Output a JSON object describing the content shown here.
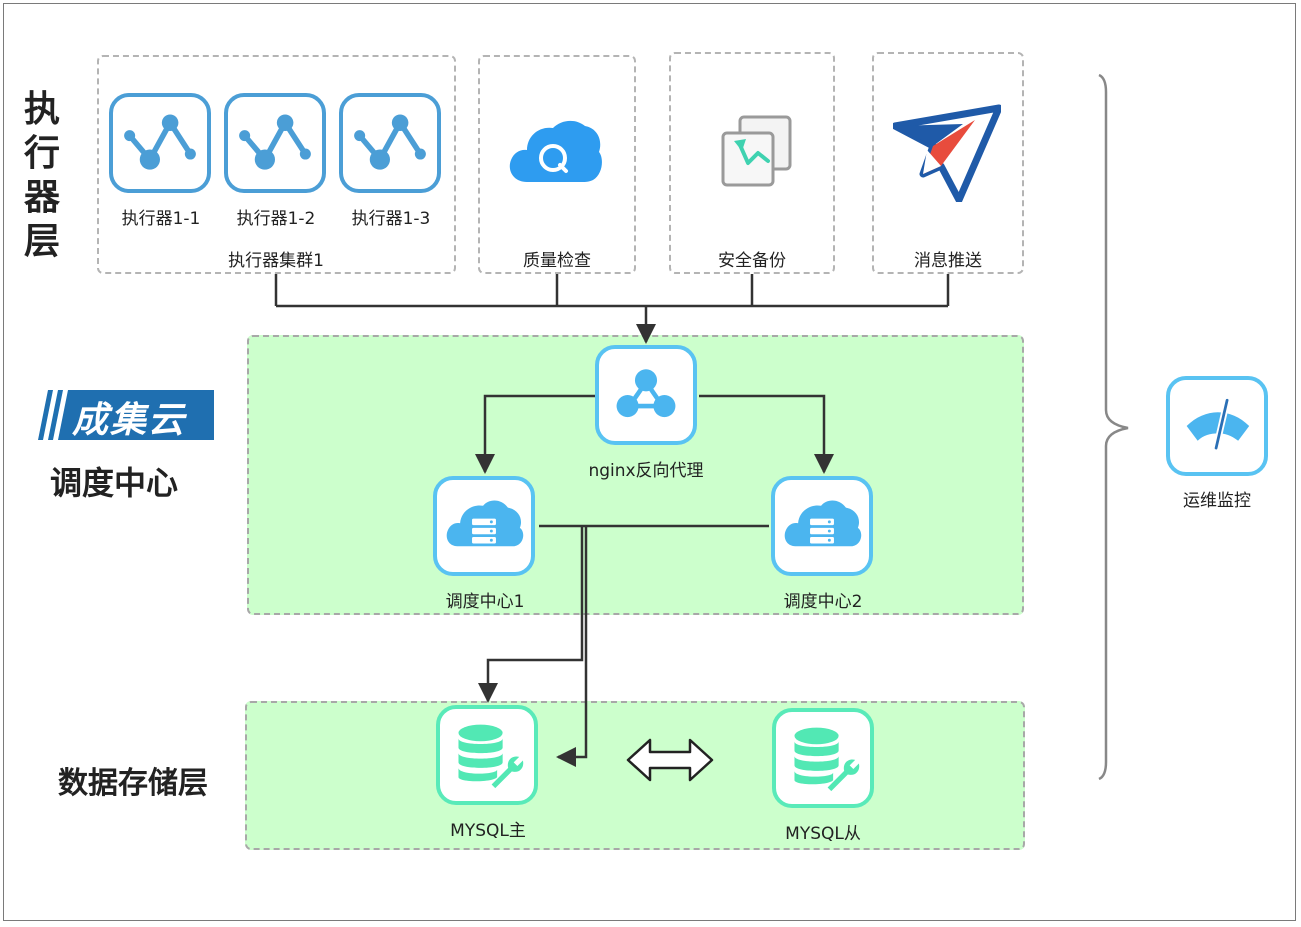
{
  "layers": {
    "executor_title": "执行器层",
    "scheduler_title": "调度中心",
    "storage_title": "数据存储层",
    "logo_text": "成集云"
  },
  "executors": {
    "cluster_label": "执行器集群1",
    "items": [
      {
        "label": "执行器1-1",
        "icon": "node-graph-icon"
      },
      {
        "label": "执行器1-2",
        "icon": "node-graph-icon"
      },
      {
        "label": "执行器1-3",
        "icon": "node-graph-icon"
      }
    ]
  },
  "services": [
    {
      "label": "质量检查",
      "icon": "cloud-query-icon"
    },
    {
      "label": "安全备份",
      "icon": "backup-icon"
    },
    {
      "label": "消息推送",
      "icon": "paper-plane-icon"
    }
  ],
  "scheduler": {
    "proxy_label": "nginx反向代理",
    "center1_label": "调度中心1",
    "center2_label": "调度中心2"
  },
  "storage": {
    "master_label": "MYSQL主",
    "slave_label": "MYSQL从"
  },
  "monitor": {
    "label": "运维监控",
    "icon": "gauge-icon"
  },
  "colors": {
    "tile_border_blue": "#59c3f2",
    "tile_border_green": "#59eab9",
    "green_fill": "#ccffcc",
    "logo_blue": "#1f6fb0"
  }
}
